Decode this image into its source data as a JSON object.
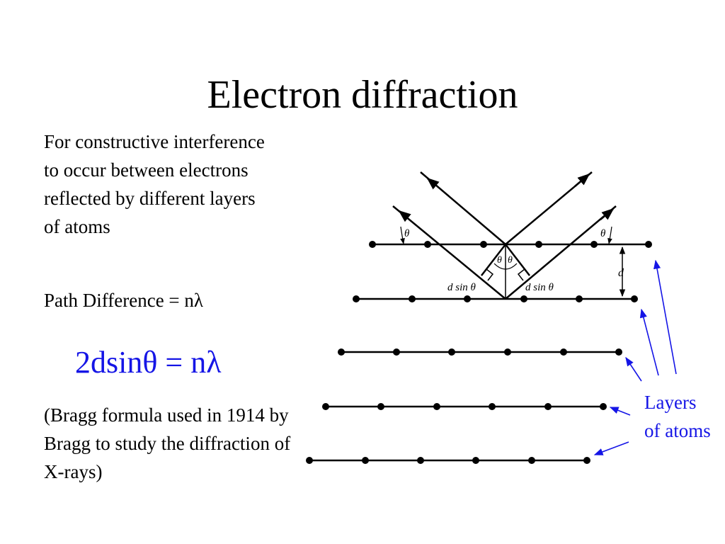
{
  "title": "Electron diffraction",
  "intro_text": "For constructive interference to occur between electrons reflected by different layers of atoms",
  "path_difference": "Path Difference = nλ",
  "formula": "2dsinθ = nλ",
  "note": "(Bragg formula used in 1914 by Bragg to study the diffraction of X-rays)",
  "layers_label": "Layers of atoms",
  "diagram_labels": {
    "theta": "θ",
    "d": "d",
    "d_sin_theta": "d sin θ"
  },
  "colors": {
    "accent": "#1515e6",
    "text": "#000000"
  }
}
